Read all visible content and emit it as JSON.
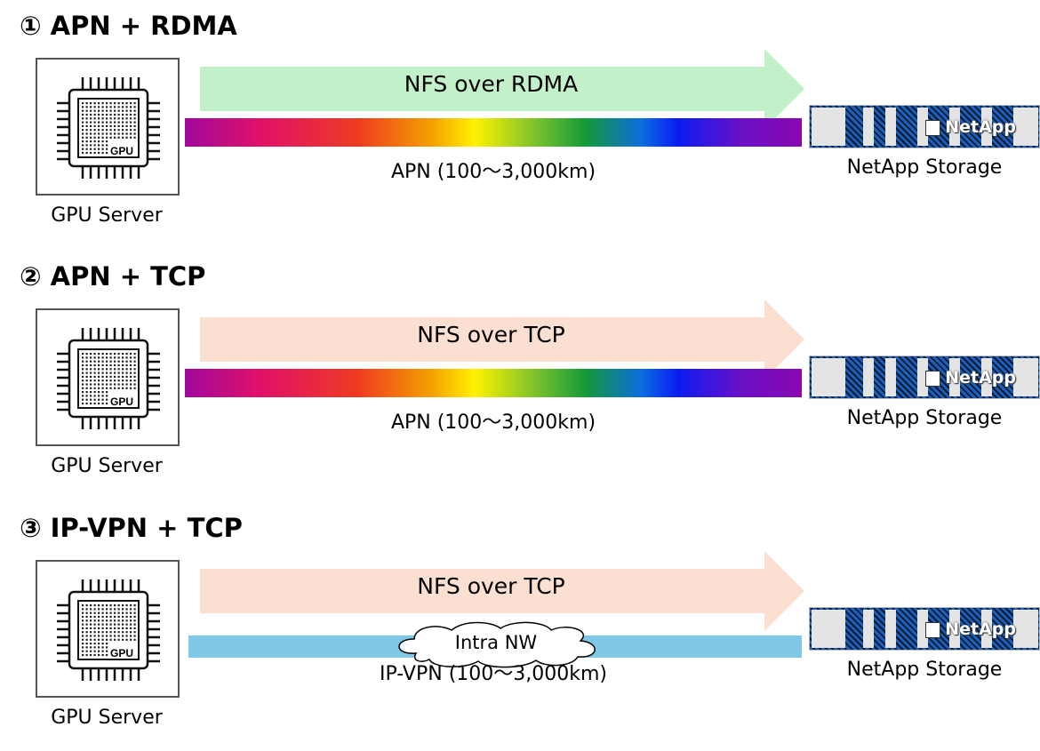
{
  "sections": [
    {
      "title": "① APN + RDMA",
      "protocol": "NFS over RDMA",
      "arrow_color": "#c2f0c8",
      "network": "APN (100～3,000km)",
      "network_type": "rainbow",
      "server": "GPU Server",
      "storage": "NetApp Storage",
      "gpu_chip": "GPU",
      "logo": "NetApp"
    },
    {
      "title": "② APN + TCP",
      "protocol": "NFS over TCP",
      "arrow_color": "#fbe0d2",
      "network": "APN (100～3,000km)",
      "network_type": "rainbow",
      "server": "GPU Server",
      "storage": "NetApp Storage",
      "gpu_chip": "GPU",
      "logo": "NetApp"
    },
    {
      "title": "③ IP-VPN + TCP",
      "protocol": "NFS over TCP",
      "arrow_color": "#fbe0d2",
      "network": "IP-VPN (100～3,000km)",
      "network_type": "line",
      "network_color": "#80c8e8",
      "cloud": "Intra NW",
      "server": "GPU Server",
      "storage": "NetApp Storage",
      "gpu_chip": "GPU",
      "logo": "NetApp"
    }
  ]
}
